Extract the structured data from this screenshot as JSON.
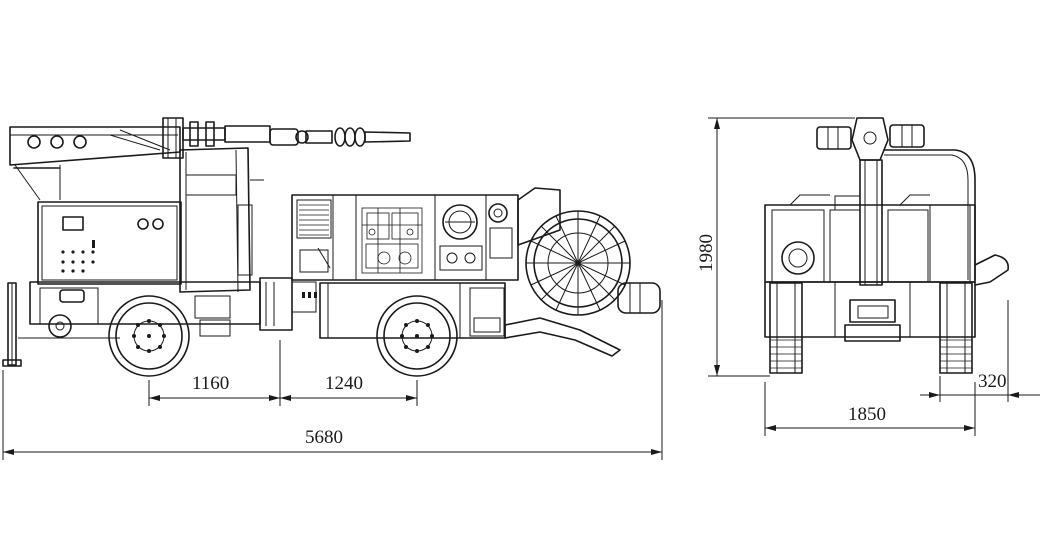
{
  "dimensions": {
    "wheel_front_offset": "1160",
    "wheelbase": "1240",
    "overall_length": "5680",
    "overall_height": "1980",
    "overall_width": "1850",
    "outrigger_offset": "320"
  }
}
